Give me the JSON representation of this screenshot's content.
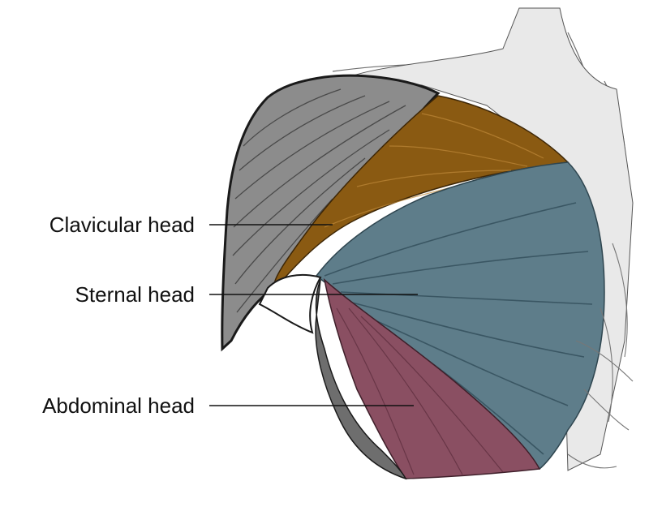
{
  "labels": {
    "clavicular": "Clavicular head",
    "sternal": "Sternal head",
    "abdominal": "Abdominal head"
  },
  "colors": {
    "clavicular_head": "#8a5a12",
    "sternal_head": "#5e7d8a",
    "abdominal_head": "#8a4f62",
    "deltoid_grey": "#8c8c8c",
    "outline": "#1a1a1a"
  }
}
